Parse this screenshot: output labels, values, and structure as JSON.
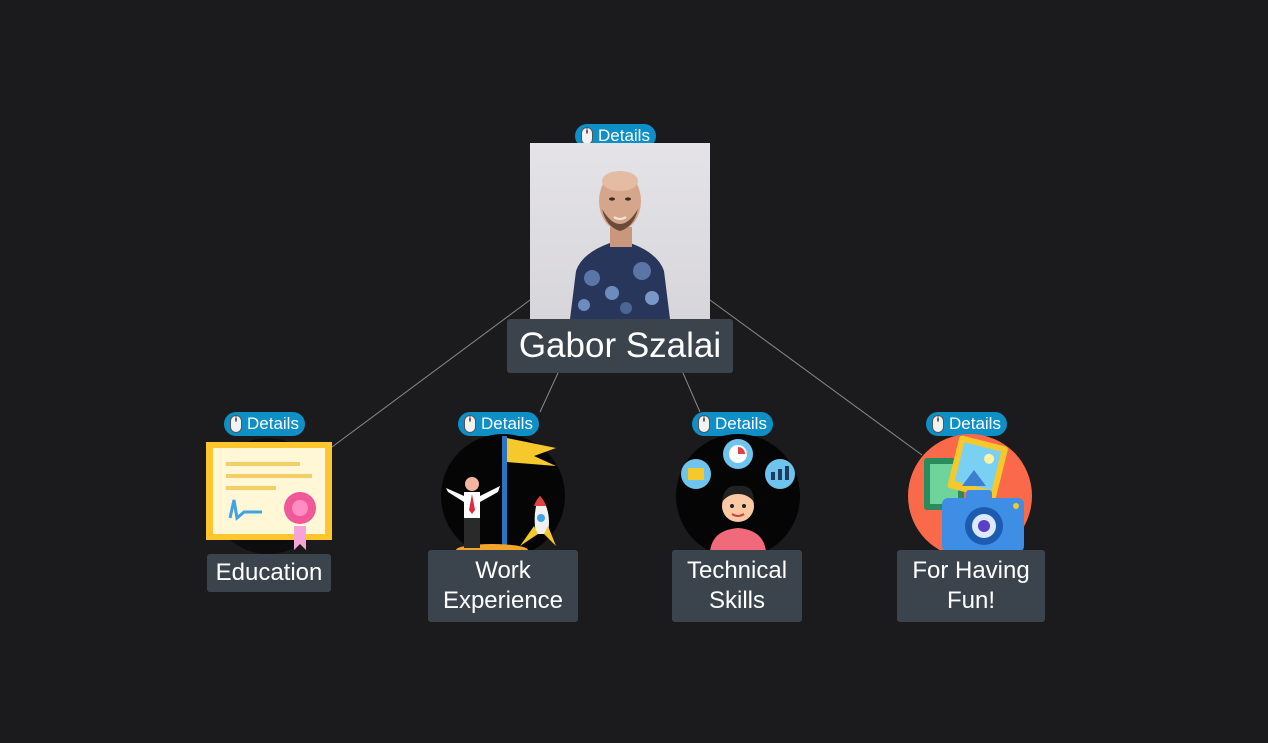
{
  "root": {
    "name": "Gabor Szalai",
    "details_label": "Details",
    "photo_icon": "person-photo"
  },
  "children": [
    {
      "label_lines": [
        "Education"
      ],
      "details_label": "Details",
      "icon": "certificate-icon"
    },
    {
      "label_lines": [
        "Work",
        "Experience"
      ],
      "details_label": "Details",
      "icon": "flag-rocket-icon"
    },
    {
      "label_lines": [
        "Technical",
        "Skills"
      ],
      "details_label": "Details",
      "icon": "developer-icon"
    },
    {
      "label_lines": [
        "For Having",
        "Fun!"
      ],
      "details_label": "Details",
      "icon": "camera-photos-icon"
    }
  ],
  "colors": {
    "background": "#1b1a1c",
    "badge": "#0e8fc6",
    "label": "#3b444d",
    "link": "#8a8a8a"
  }
}
